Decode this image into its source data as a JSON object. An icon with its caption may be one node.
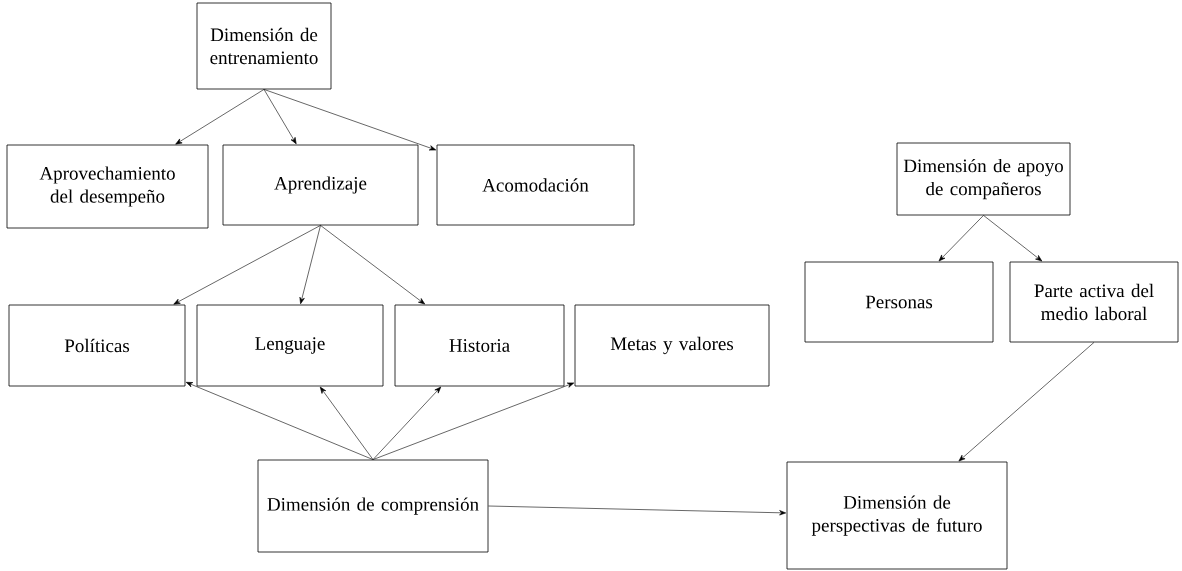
{
  "diagram": {
    "nodes": [
      {
        "text": [
          "Dimensión de entrenamiento"
        ]
      },
      {
        "text": [
          "Aprovechamiento del desempeño"
        ]
      },
      {
        "text": [
          "Aprendizaje"
        ]
      },
      {
        "text": [
          "Acomodación"
        ]
      },
      {
        "text": [
          "Dimensión de apoyo de compañeros"
        ]
      },
      {
        "text": [
          "Personas"
        ]
      },
      {
        "text": [
          "Parte activa del medio laboral"
        ]
      },
      {
        "text": [
          "Políticas"
        ]
      },
      {
        "text": [
          "Lenguaje"
        ]
      },
      {
        "text": [
          "Historia"
        ]
      },
      {
        "text": [
          "Metas y valores"
        ]
      },
      {
        "text": [
          "Dimensión de comprensión"
        ]
      },
      {
        "text": [
          "Dimensión de perspectivas de futuro"
        ]
      }
    ],
    "edges": [
      {
        "from": 0,
        "to": 1,
        "arrow": "to"
      },
      {
        "from": 0,
        "to": 2,
        "arrow": "to"
      },
      {
        "from": 0,
        "to": 3,
        "arrow": "to"
      },
      {
        "from": 4,
        "to": 5,
        "arrow": "to"
      },
      {
        "from": 4,
        "to": 6,
        "arrow": "to"
      },
      {
        "from": 2,
        "to": 7,
        "arrow": "to"
      },
      {
        "from": 2,
        "to": 8,
        "arrow": "to"
      },
      {
        "from": 2,
        "to": 9,
        "arrow": "to"
      },
      {
        "from": 11,
        "to": 7,
        "arrow": "to"
      },
      {
        "from": 11,
        "to": 8,
        "arrow": "to"
      },
      {
        "from": 11,
        "to": 9,
        "arrow": "to"
      },
      {
        "from": 11,
        "to": 10,
        "arrow": "to"
      },
      {
        "from": 11,
        "to": 12,
        "arrow": "to"
      },
      {
        "from": 6,
        "to": 12,
        "arrow": "to"
      }
    ]
  }
}
